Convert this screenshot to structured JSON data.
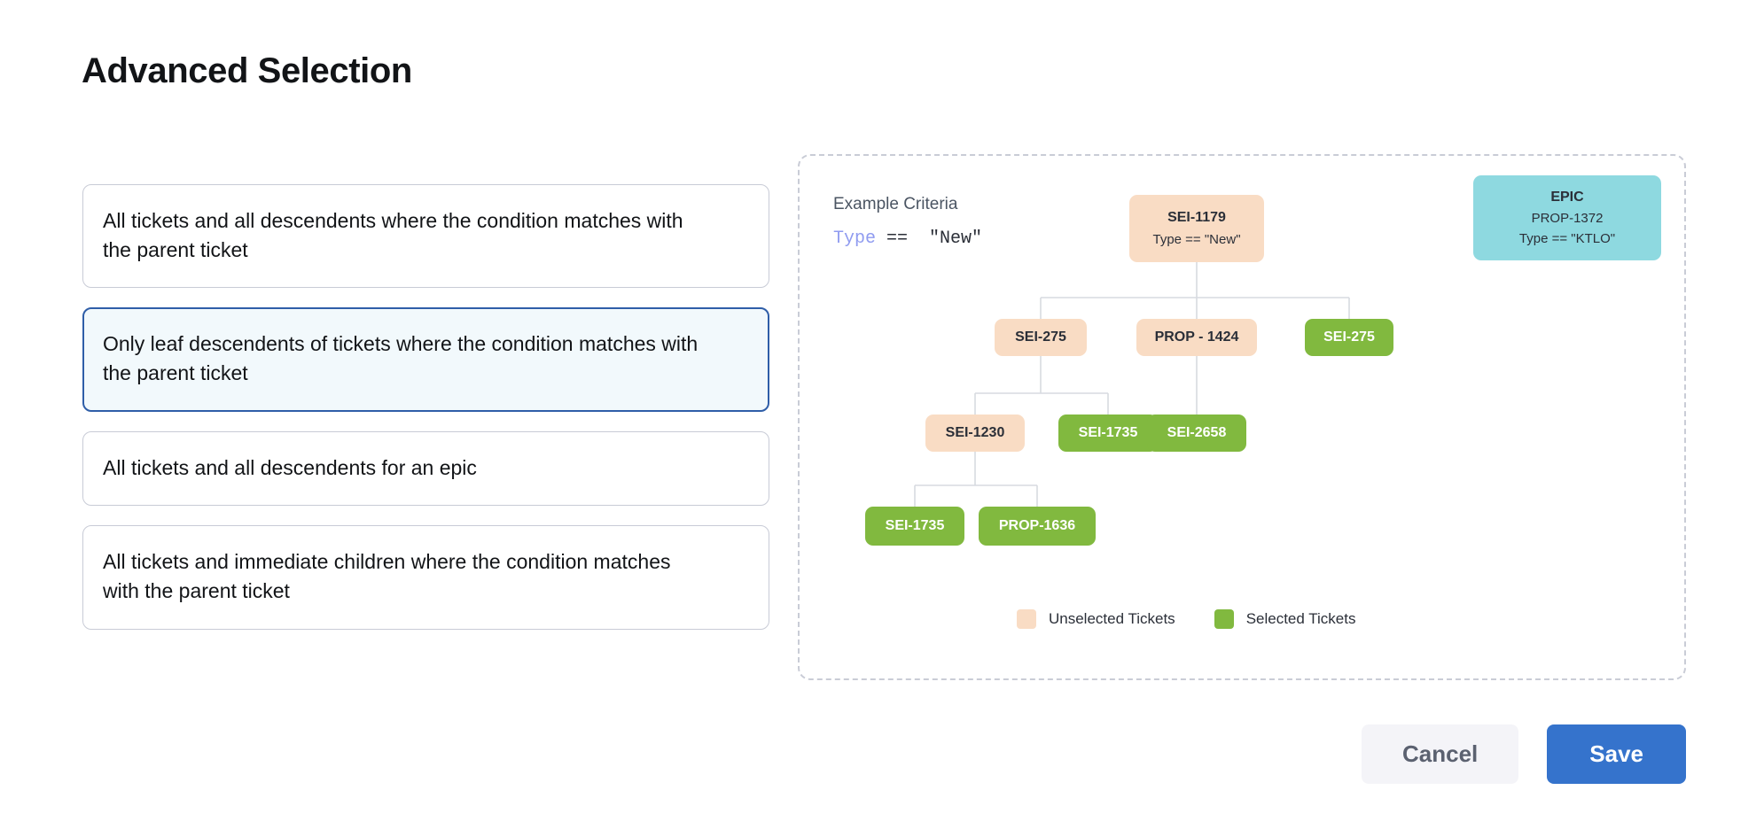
{
  "page": {
    "title": "Advanced Selection"
  },
  "options": [
    {
      "label": "All tickets and all descendents where the condition matches with the parent ticket",
      "selected": false
    },
    {
      "label": "Only leaf descendents of tickets where the condition matches with the parent ticket",
      "selected": true
    },
    {
      "label": "All tickets and all descendents for an epic",
      "selected": false
    },
    {
      "label": "All tickets and immediate children where the condition matches with the parent ticket",
      "selected": false
    }
  ],
  "diagram": {
    "criteria_label": "Example Criteria",
    "criteria_keyword": "Type",
    "criteria_rest": " ==  \"New\"",
    "legend": [
      {
        "label": "Unselected Tickets",
        "color": "#f9dcc4"
      },
      {
        "label": "Selected Tickets",
        "color": "#81b93f"
      }
    ],
    "nodes": {
      "epic": {
        "line1": "EPIC",
        "line2": "PROP-1372",
        "line3": "Type == \"KTLO\"",
        "state": "epic"
      },
      "root": {
        "line1": "SEI-1179",
        "line2": "Type == \"New\"",
        "state": "unselected"
      },
      "r2c1": {
        "line1": "SEI-275",
        "state": "unselected"
      },
      "r2c2": {
        "line1": "PROP - 1424",
        "state": "unselected"
      },
      "r2c3": {
        "line1": "SEI-275",
        "state": "selected"
      },
      "r3c1": {
        "line1": "SEI-1230",
        "state": "unselected"
      },
      "r3c2": {
        "line1": "SEI-1735",
        "state": "selected"
      },
      "r3c3": {
        "line1": "SEI-2658",
        "state": "selected"
      },
      "r4c1": {
        "line1": "SEI-1735",
        "state": "selected"
      },
      "r4c2": {
        "line1": "PROP-1636",
        "state": "selected"
      }
    }
  },
  "footer": {
    "cancel_label": "Cancel",
    "save_label": "Save"
  },
  "colors": {
    "accent": "#3573cc",
    "selected_card_border": "#2f5ea8",
    "selected_card_bg": "#f2f9fc",
    "unselected_ticket": "#f9dcc4",
    "selected_ticket": "#81b93f",
    "epic_ticket": "#8ed9e0",
    "criteria_keyword": "#8f9bf0"
  }
}
